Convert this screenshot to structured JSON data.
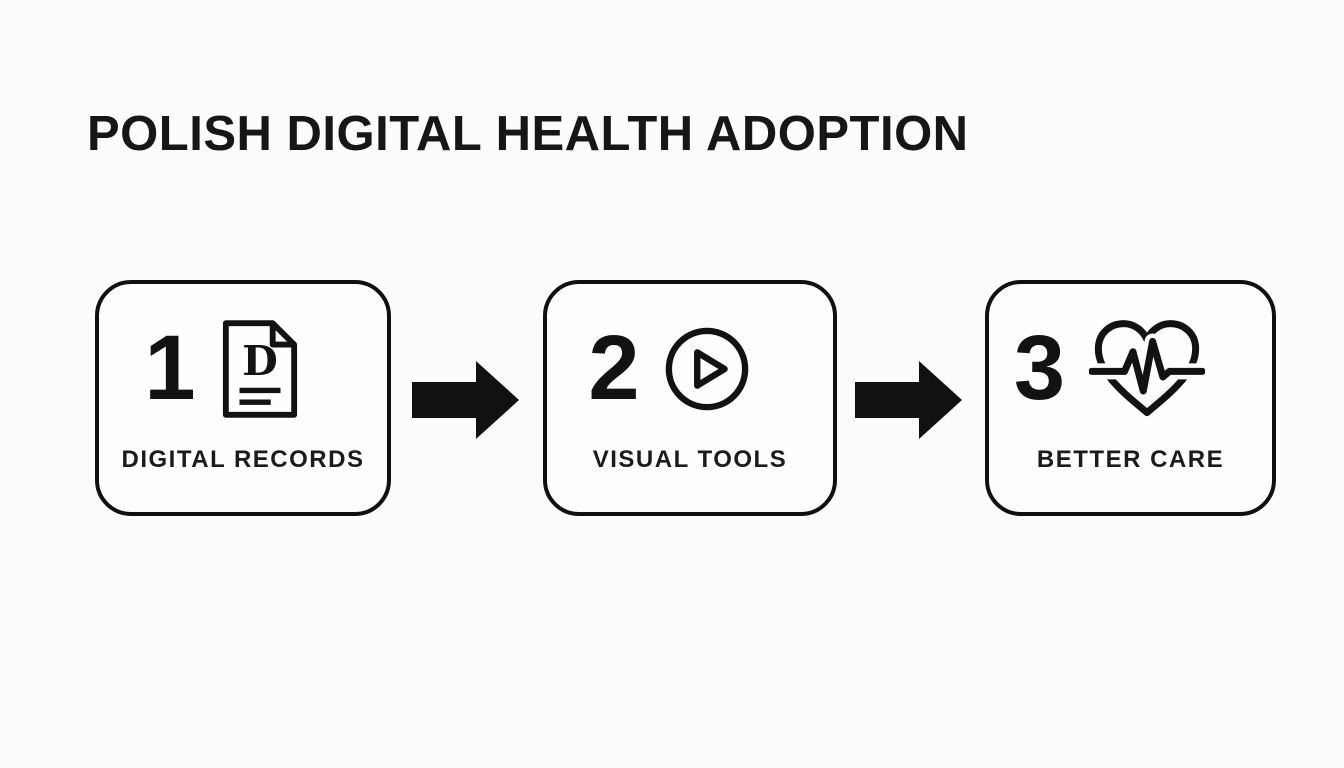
{
  "title": "POLISH DIGITAL HEALTH ADOPTION",
  "steps": [
    {
      "number": "1",
      "label": "DIGITAL RECORDS",
      "icon": "document-d-icon",
      "icon_letter": "D"
    },
    {
      "number": "2",
      "label": "VISUAL TOOLS",
      "icon": "play-icon"
    },
    {
      "number": "3",
      "label": "BETTER CARE",
      "icon": "heart-pulse-icon"
    }
  ],
  "connector": {
    "icon": "arrow-right-icon"
  },
  "colors": {
    "background": "#fcfcfc",
    "ink": "#121212",
    "box_border": "#101010",
    "box_fill": "#fefefe"
  }
}
